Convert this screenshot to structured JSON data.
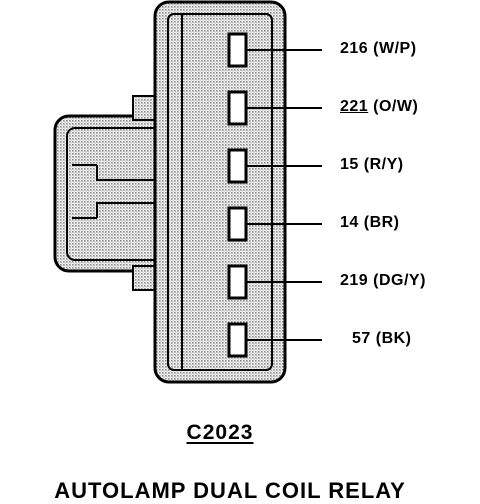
{
  "connector_id": "C2023",
  "caption": "AUTOLAMP DUAL COIL RELAY",
  "pins": [
    {
      "circuit": "216",
      "color": "(W/P)"
    },
    {
      "circuit": "221",
      "color": "(O/W)"
    },
    {
      "circuit": "15",
      "color": "(R/Y)"
    },
    {
      "circuit": "14",
      "color": "(BR)"
    },
    {
      "circuit": "219",
      "color": "(DG/Y)"
    },
    {
      "circuit": "57",
      "color": "(BK)"
    }
  ],
  "colors": {
    "ink": "#000000",
    "stipple": "#bdbdbd",
    "background": "#ffffff"
  }
}
